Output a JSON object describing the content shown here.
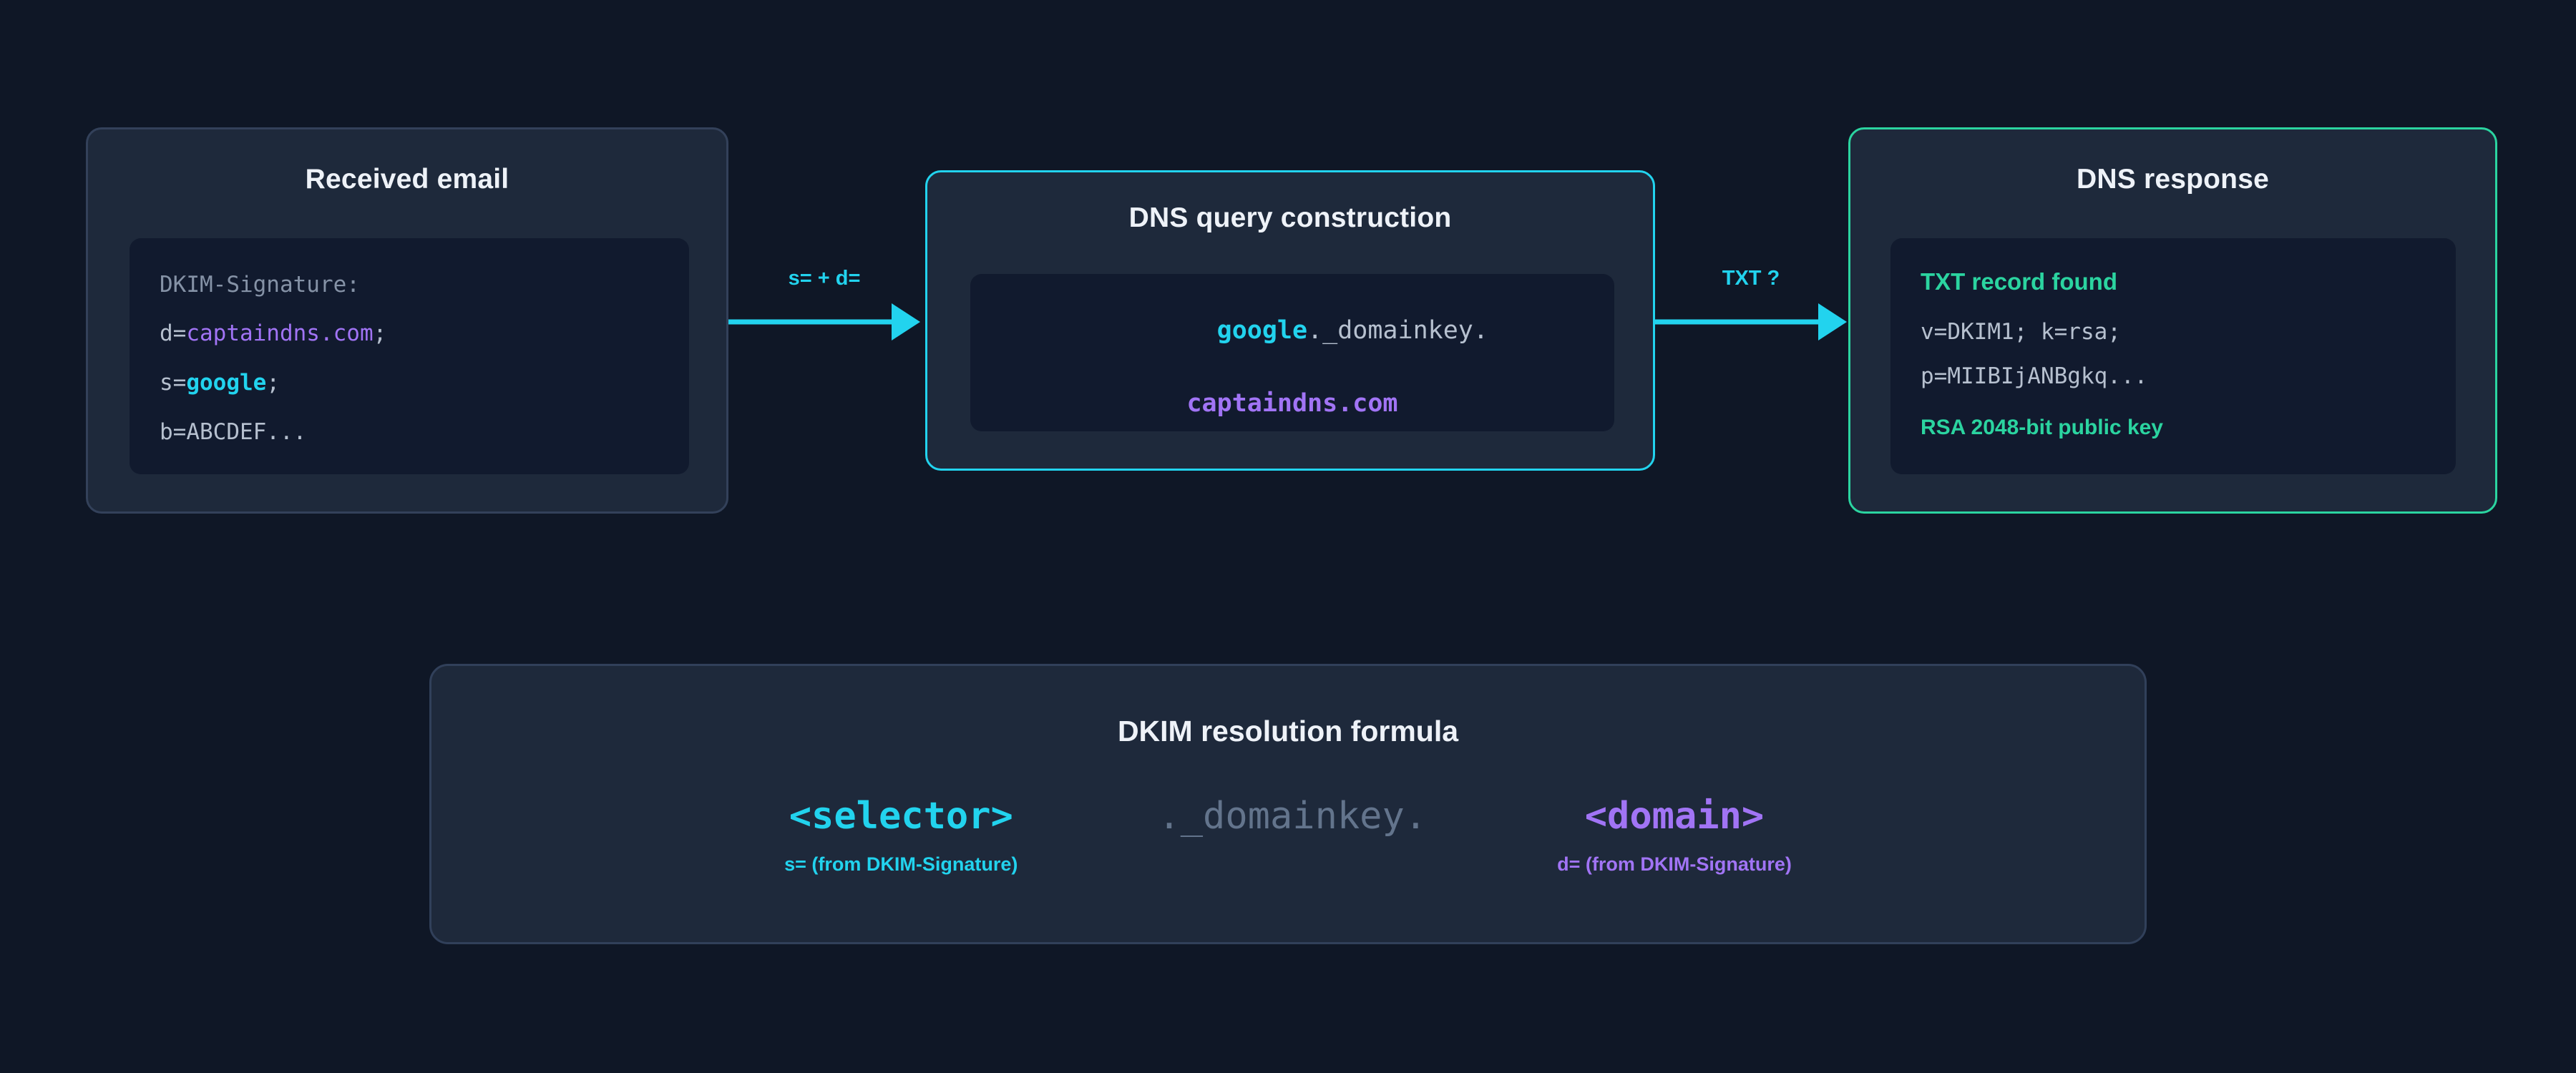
{
  "background_color": "#0f1726",
  "accents": {
    "cyan": "#22d3ee",
    "purple": "#a174f5",
    "green": "#2bd4a0",
    "muted": "#63748c",
    "card_bg": "#1e293b",
    "code_bg": "#111a2e"
  },
  "cards": {
    "received_email": {
      "title": "Received email",
      "code": {
        "header": "DKIM-Signature:",
        "line_d_key": "d=",
        "line_d_value": "captaindns.com",
        "line_d_end": ";",
        "line_s_key": "s=",
        "line_s_value": "google",
        "line_s_end": ";",
        "line_b": "b=ABCDEF..."
      }
    },
    "dns_query": {
      "title": "DNS query construction",
      "query_selector": "google",
      "query_middle": "._domainkey.",
      "query_domain": "captaindns.com"
    },
    "dns_response": {
      "title": "DNS response",
      "record_found_label": "TXT record found",
      "record_line_1": "v=DKIM1; k=rsa;",
      "record_line_2": "p=MIIBIjANBgkq...",
      "key_info": "RSA 2048-bit public key"
    }
  },
  "arrows": [
    {
      "label": "s= + d=",
      "name": "arrow-email-to-query"
    },
    {
      "label": "TXT ?",
      "name": "arrow-query-to-response"
    }
  ],
  "formula": {
    "title": "DKIM resolution formula",
    "selector_token": "<selector>",
    "selector_caption": "s= (from DKIM-Signature)",
    "middle_token": "._domainkey.",
    "domain_token": "<domain>",
    "domain_caption": "d= (from DKIM-Signature)"
  }
}
